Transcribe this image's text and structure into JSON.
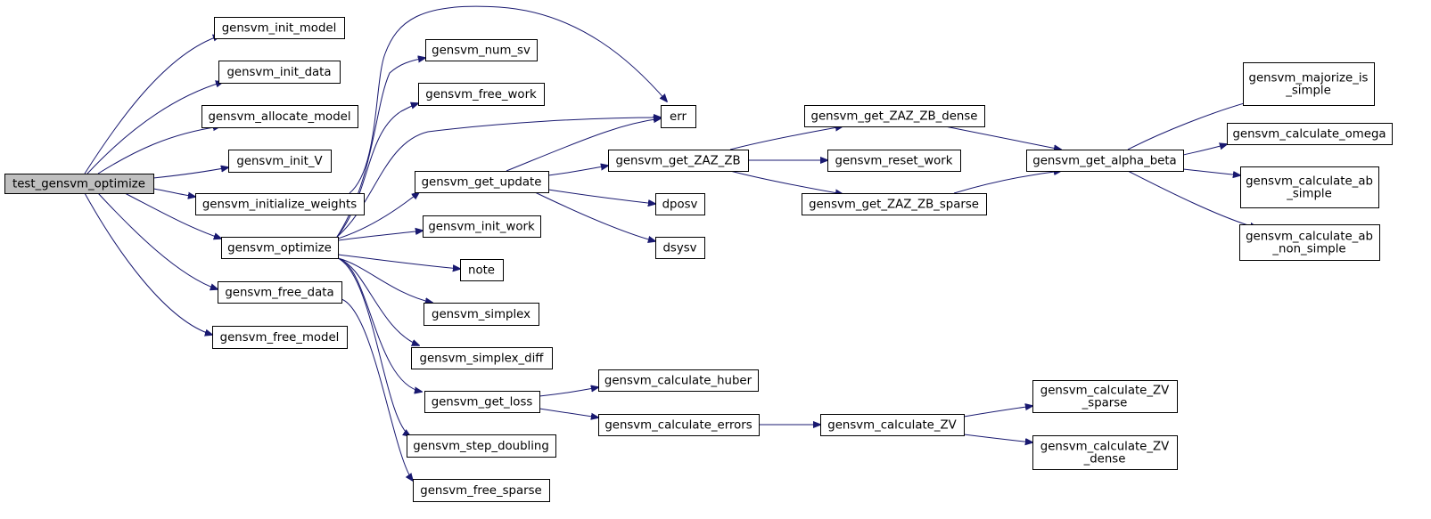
{
  "nodes": {
    "test_gensvm_optimize": "test_gensvm_optimize",
    "gensvm_init_model": "gensvm_init_model",
    "gensvm_init_data": "gensvm_init_data",
    "gensvm_allocate_model": "gensvm_allocate_model",
    "gensvm_init_V": "gensvm_init_V",
    "gensvm_initialize_weights": "gensvm_initialize_weights",
    "gensvm_optimize": "gensvm_optimize",
    "gensvm_free_data": "gensvm_free_data",
    "gensvm_free_model": "gensvm_free_model",
    "gensvm_num_sv": "gensvm_num_sv",
    "gensvm_free_work": "gensvm_free_work",
    "err": "err",
    "gensvm_get_update": "gensvm_get_update",
    "gensvm_init_work": "gensvm_init_work",
    "note": "note",
    "gensvm_simplex": "gensvm_simplex",
    "gensvm_simplex_diff": "gensvm_simplex_diff",
    "gensvm_get_loss": "gensvm_get_loss",
    "gensvm_step_doubling": "gensvm_step_doubling",
    "gensvm_free_sparse": "gensvm_free_sparse",
    "gensvm_get_ZAZ_ZB": "gensvm_get_ZAZ_ZB",
    "dposv": "dposv",
    "dsysv": "dsysv",
    "gensvm_calculate_huber": "gensvm_calculate_huber",
    "gensvm_calculate_errors": "gensvm_calculate_errors",
    "gensvm_get_ZAZ_ZB_dense": "gensvm_get_ZAZ_ZB_dense",
    "gensvm_reset_work": "gensvm_reset_work",
    "gensvm_get_ZAZ_ZB_sparse": "gensvm_get_ZAZ_ZB_sparse",
    "gensvm_calculate_ZV": "gensvm_calculate_ZV",
    "gensvm_get_alpha_beta": "gensvm_get_alpha_beta",
    "gensvm_calculate_ZV_sparse": [
      "gensvm_calculate_ZV",
      "_sparse"
    ],
    "gensvm_calculate_ZV_dense": [
      "gensvm_calculate_ZV",
      "_dense"
    ],
    "gensvm_majorize_is_simple": [
      "gensvm_majorize_is",
      "_simple"
    ],
    "gensvm_calculate_omega": "gensvm_calculate_omega",
    "gensvm_calculate_ab_simple": [
      "gensvm_calculate_ab",
      "_simple"
    ],
    "gensvm_calculate_ab_non_simple": [
      "gensvm_calculate_ab",
      "_non_simple"
    ]
  },
  "edges": [
    [
      "test_gensvm_optimize",
      "gensvm_init_model"
    ],
    [
      "test_gensvm_optimize",
      "gensvm_init_data"
    ],
    [
      "test_gensvm_optimize",
      "gensvm_allocate_model"
    ],
    [
      "test_gensvm_optimize",
      "gensvm_init_V"
    ],
    [
      "test_gensvm_optimize",
      "gensvm_initialize_weights"
    ],
    [
      "test_gensvm_optimize",
      "gensvm_optimize"
    ],
    [
      "test_gensvm_optimize",
      "gensvm_free_data"
    ],
    [
      "test_gensvm_optimize",
      "gensvm_free_model"
    ],
    [
      "gensvm_initialize_weights",
      "err"
    ],
    [
      "gensvm_optimize",
      "gensvm_num_sv"
    ],
    [
      "gensvm_optimize",
      "gensvm_free_work"
    ],
    [
      "gensvm_optimize",
      "err"
    ],
    [
      "gensvm_optimize",
      "gensvm_get_update"
    ],
    [
      "gensvm_optimize",
      "gensvm_init_work"
    ],
    [
      "gensvm_optimize",
      "note"
    ],
    [
      "gensvm_optimize",
      "gensvm_simplex"
    ],
    [
      "gensvm_optimize",
      "gensvm_simplex_diff"
    ],
    [
      "gensvm_optimize",
      "gensvm_get_loss"
    ],
    [
      "gensvm_optimize",
      "gensvm_step_doubling"
    ],
    [
      "gensvm_free_data",
      "gensvm_free_sparse"
    ],
    [
      "gensvm_get_update",
      "err"
    ],
    [
      "gensvm_get_update",
      "gensvm_get_ZAZ_ZB"
    ],
    [
      "gensvm_get_update",
      "dposv"
    ],
    [
      "gensvm_get_update",
      "dsysv"
    ],
    [
      "gensvm_get_loss",
      "gensvm_calculate_huber"
    ],
    [
      "gensvm_get_loss",
      "gensvm_calculate_errors"
    ],
    [
      "gensvm_get_ZAZ_ZB",
      "gensvm_get_ZAZ_ZB_dense"
    ],
    [
      "gensvm_get_ZAZ_ZB",
      "gensvm_reset_work"
    ],
    [
      "gensvm_get_ZAZ_ZB",
      "gensvm_get_ZAZ_ZB_sparse"
    ],
    [
      "gensvm_calculate_errors",
      "gensvm_calculate_ZV"
    ],
    [
      "gensvm_get_ZAZ_ZB_dense",
      "gensvm_get_alpha_beta"
    ],
    [
      "gensvm_get_ZAZ_ZB_sparse",
      "gensvm_get_alpha_beta"
    ],
    [
      "gensvm_calculate_ZV",
      "gensvm_calculate_ZV_sparse"
    ],
    [
      "gensvm_calculate_ZV",
      "gensvm_calculate_ZV_dense"
    ],
    [
      "gensvm_get_alpha_beta",
      "gensvm_majorize_is_simple"
    ],
    [
      "gensvm_get_alpha_beta",
      "gensvm_calculate_omega"
    ],
    [
      "gensvm_get_alpha_beta",
      "gensvm_calculate_ab_simple"
    ],
    [
      "gensvm_get_alpha_beta",
      "gensvm_calculate_ab_non_simple"
    ]
  ],
  "root": "test_gensvm_optimize"
}
